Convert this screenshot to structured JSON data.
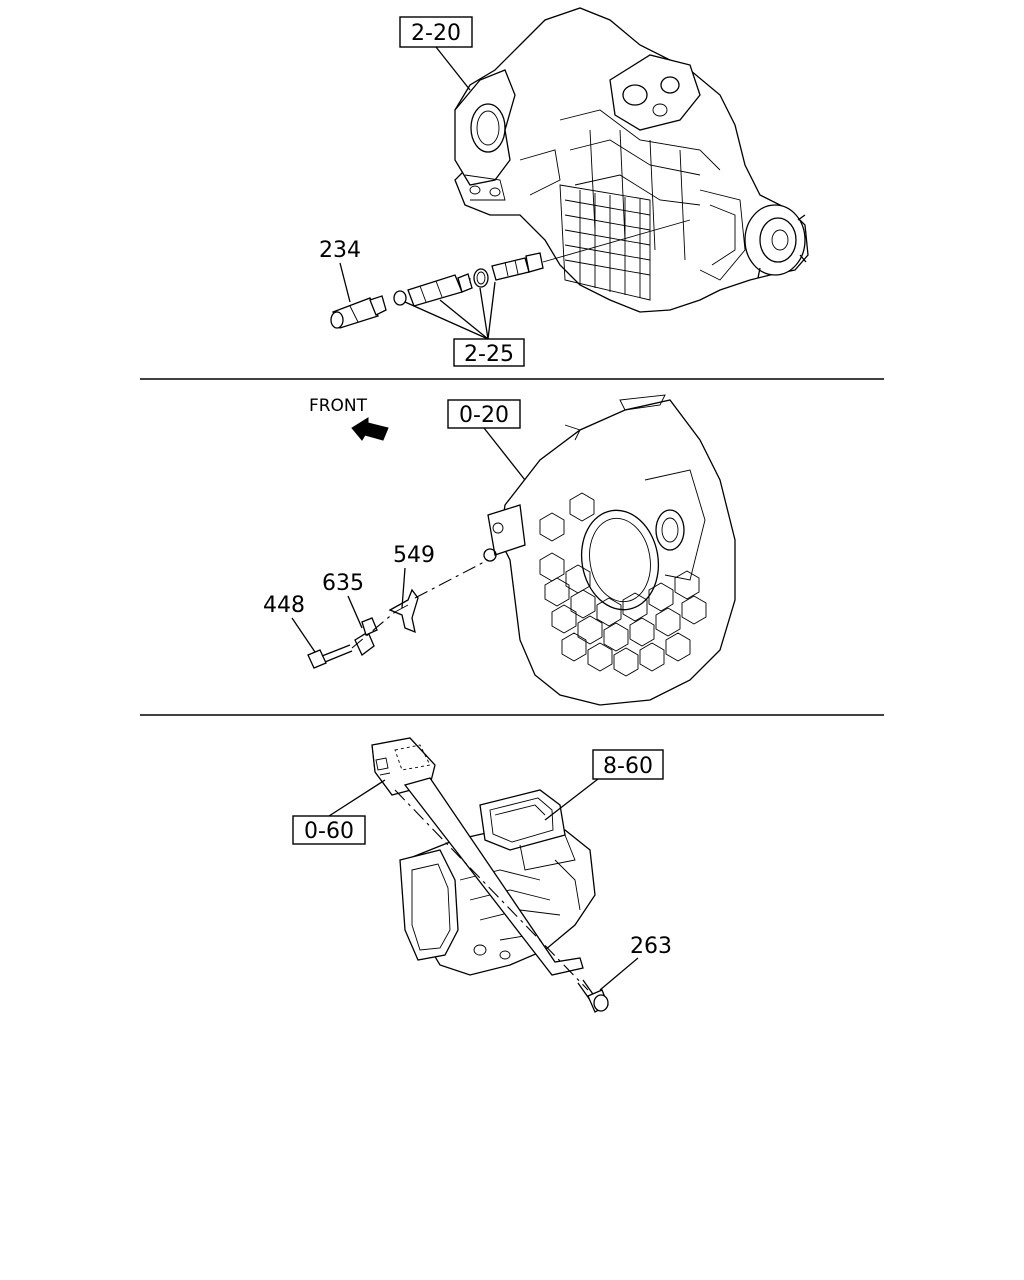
{
  "panel1": {
    "ref_transmission": "2-20",
    "ref_speedo_group": "2-25",
    "part_switch": "234"
  },
  "panel2": {
    "direction_label": "FRONT",
    "ref_flywheel_housing": "0-20",
    "part_bracket": "549",
    "part_sensor": "635",
    "part_bolt": "448"
  },
  "panel3": {
    "ref_upper_part": "8-60",
    "ref_lower_part": "0-60",
    "part_bolt": "263"
  }
}
